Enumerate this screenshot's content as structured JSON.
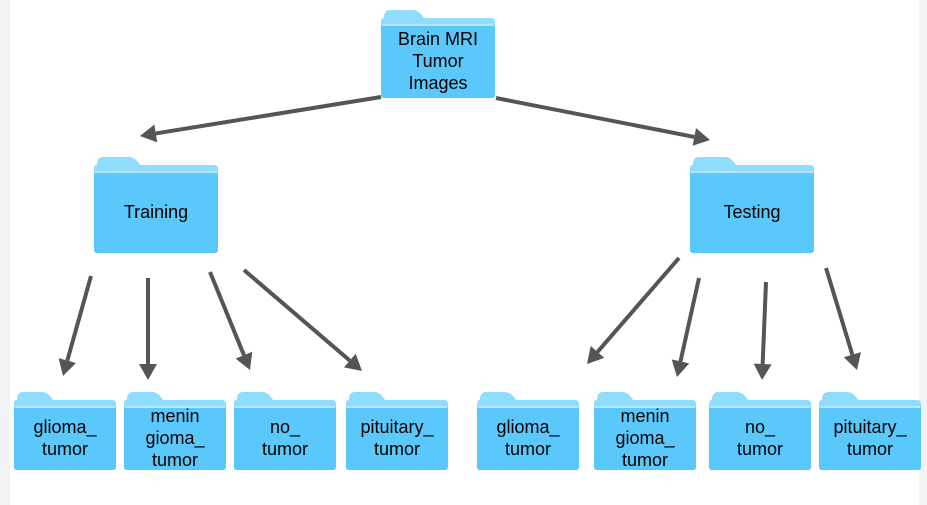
{
  "colors": {
    "folder_body": "#5ac8fa",
    "folder_back": "#8fdcfc",
    "folder_highlight": "#b5e8fd",
    "arrow": "#555555",
    "text": "#000000"
  },
  "icon": "folder-icon",
  "nodes": {
    "root": {
      "label": "Brain MRI\nTumor\nImages"
    },
    "training": {
      "label": "Training"
    },
    "testing": {
      "label": "Testing"
    },
    "train_glioma": {
      "label": "glioma_\ntumor"
    },
    "train_meningioma": {
      "label": "menin\ngioma_\ntumor"
    },
    "train_no_tumor": {
      "label": "no_\ntumor"
    },
    "train_pituitary": {
      "label": "pituitary_\ntumor"
    },
    "test_glioma": {
      "label": "glioma_\ntumor"
    },
    "test_meningioma": {
      "label": "menin\ngioma_\ntumor"
    },
    "test_no_tumor": {
      "label": "no_\ntumor"
    },
    "test_pituitary": {
      "label": "pituitary_\ntumor"
    }
  },
  "edges": [
    [
      "root",
      "training"
    ],
    [
      "root",
      "testing"
    ],
    [
      "training",
      "train_glioma"
    ],
    [
      "training",
      "train_meningioma"
    ],
    [
      "training",
      "train_no_tumor"
    ],
    [
      "training",
      "train_pituitary"
    ],
    [
      "testing",
      "test_glioma"
    ],
    [
      "testing",
      "test_meningioma"
    ],
    [
      "testing",
      "test_no_tumor"
    ],
    [
      "testing",
      "test_pituitary"
    ]
  ]
}
